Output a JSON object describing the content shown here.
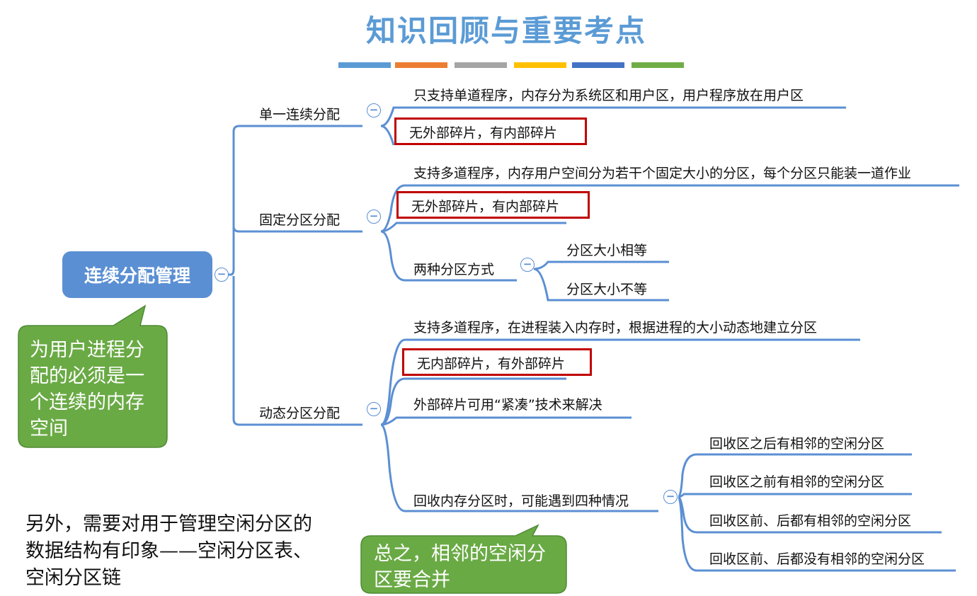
{
  "title": "知识回顾与重要考点",
  "color_bars": [
    "#5b9bd5",
    "#ed7d31",
    "#a5a5a5",
    "#ffc000",
    "#4472c4",
    "#70ad47"
  ],
  "root": {
    "label": "连续分配管理"
  },
  "branches": {
    "single": {
      "label": "单一连续分配",
      "items": [
        "只支持单道程序，内存分为系统区和用户区，用户程序放在用户区",
        "无外部碎片，有内部碎片"
      ]
    },
    "fixed": {
      "label": "固定分区分配",
      "items": [
        "支持多道程序，内存用户空间分为若干个固定大小的分区，每个分区只能装一道作业",
        "无外部碎片，有内部碎片",
        "两种分区方式"
      ],
      "methods": [
        "分区大小相等",
        "分区大小不等"
      ]
    },
    "dynamic": {
      "label": "动态分区分配",
      "items": [
        "支持多道程序，在进程装入内存时，根据进程的大小动态地建立分区",
        "无内部碎片，有外部碎片",
        "外部碎片可用“紧凑”技术来解决",
        "回收内存分区时，可能遇到四种情况"
      ],
      "cases": [
        "回收区之后有相邻的空闲分区",
        "回收区之前有相邻的空闲分区",
        "回收区前、后都有相邻的空闲分区",
        "回收区前、后都没有相邻的空闲分区"
      ]
    }
  },
  "callouts": {
    "left": "为用户进程分配的必须是一个连续的内存空间",
    "bottom": "总之，相邻的空闲分区要合并"
  },
  "note": "另外，需要对用于管理空闲分区的数据结构有印象——空闲分区表、空闲分区链",
  "colors": {
    "line": "#5b8fd3",
    "root": "#5b8fd3",
    "callout": "#6aaa45",
    "highlight_box": "#c00000",
    "title": "#5b9bd5"
  }
}
